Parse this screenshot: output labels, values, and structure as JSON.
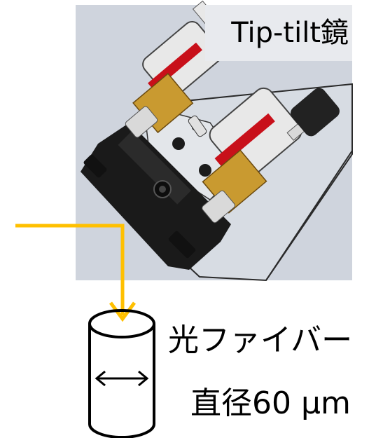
{
  "labels": {
    "mirror": "Tip-tilt鏡",
    "fiber": "光ファイバー",
    "diameter": "直径60 µm"
  },
  "colors": {
    "beam": "#FFC000",
    "render_background": "#CFD4DD",
    "mount_dark": "#1A1A1A",
    "mount_red": "#C8101A",
    "brass": "#C99A30",
    "silver": "#E8E8E8",
    "outline": "#000000"
  },
  "icons": {
    "arrowhead": "downward-chevron",
    "width_marker": "double-headed-arrow"
  }
}
